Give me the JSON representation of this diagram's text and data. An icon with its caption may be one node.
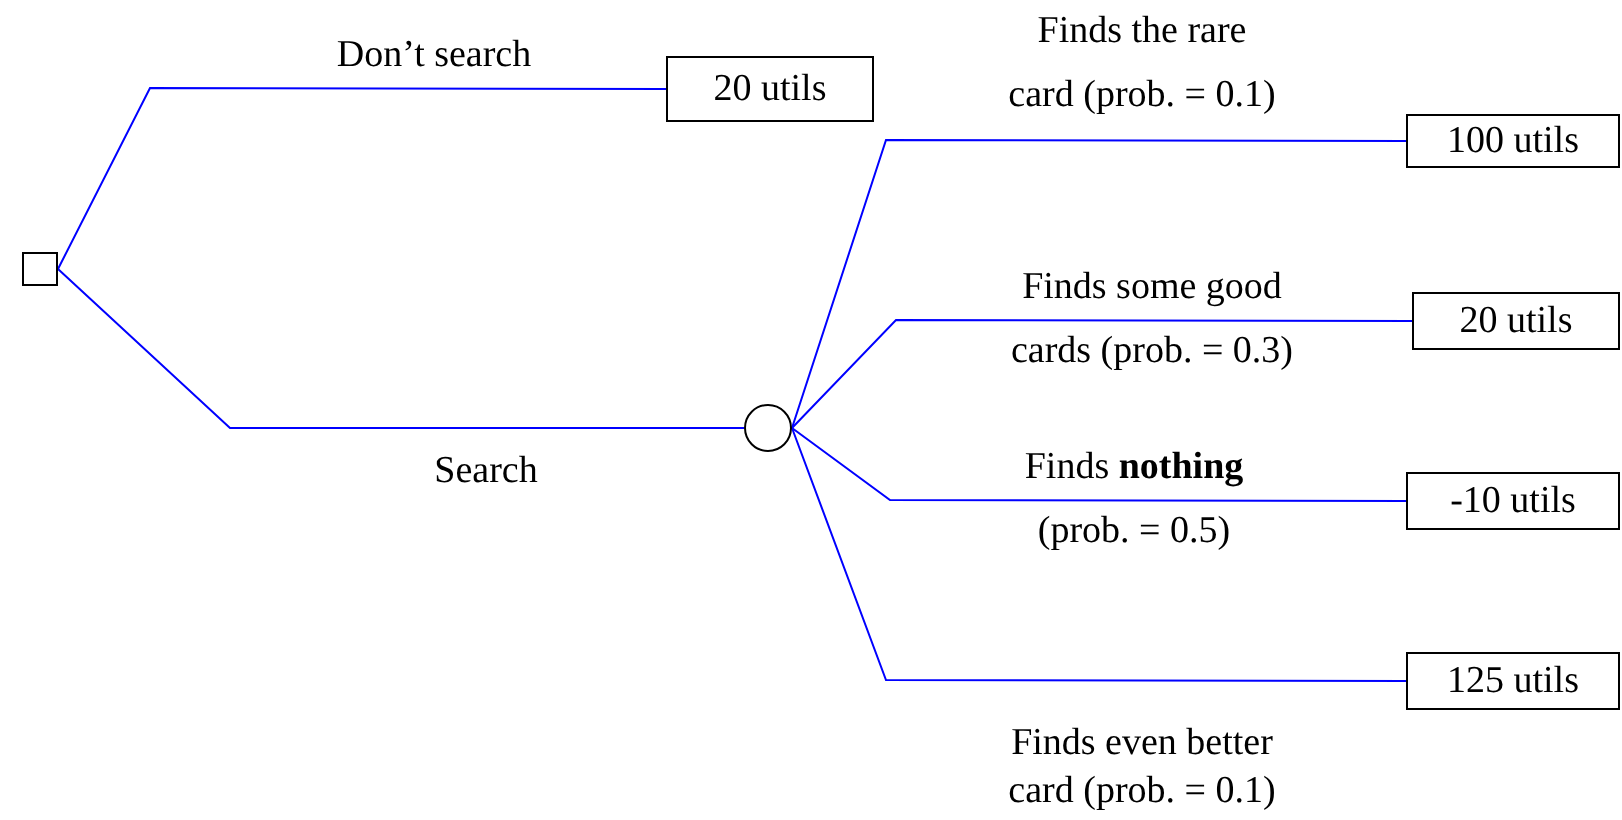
{
  "diagram": {
    "nodes": [
      {
        "text": [],
        "shape": "box"
      },
      {
        "text": [
          "20 utils"
        ]
      },
      {
        "text": [],
        "shape": "circle"
      },
      {
        "text": [
          "100 utils"
        ]
      },
      {
        "text": [
          "20 utils"
        ]
      },
      {
        "text": [
          "-10 utils"
        ]
      },
      {
        "text": [
          "125 utils"
        ]
      }
    ],
    "edges": [
      {
        "from": 0,
        "to": 1,
        "arrow": "none",
        "label": "Don’t search"
      },
      {
        "from": 0,
        "to": 2,
        "arrow": "none",
        "label": "Search"
      },
      {
        "from": 2,
        "to": 3,
        "arrow": "none",
        "label": "Finds the rare card (prob. = 0.1)"
      },
      {
        "from": 2,
        "to": 4,
        "arrow": "none",
        "label": "Finds some good cards (prob. = 0.3)"
      },
      {
        "from": 2,
        "to": 5,
        "arrow": "none",
        "label": "Finds **nothing** (prob. = 0.5)"
      },
      {
        "from": 2,
        "to": 6,
        "arrow": "none",
        "label": "Finds even better card (prob. = 0.1)"
      }
    ]
  }
}
